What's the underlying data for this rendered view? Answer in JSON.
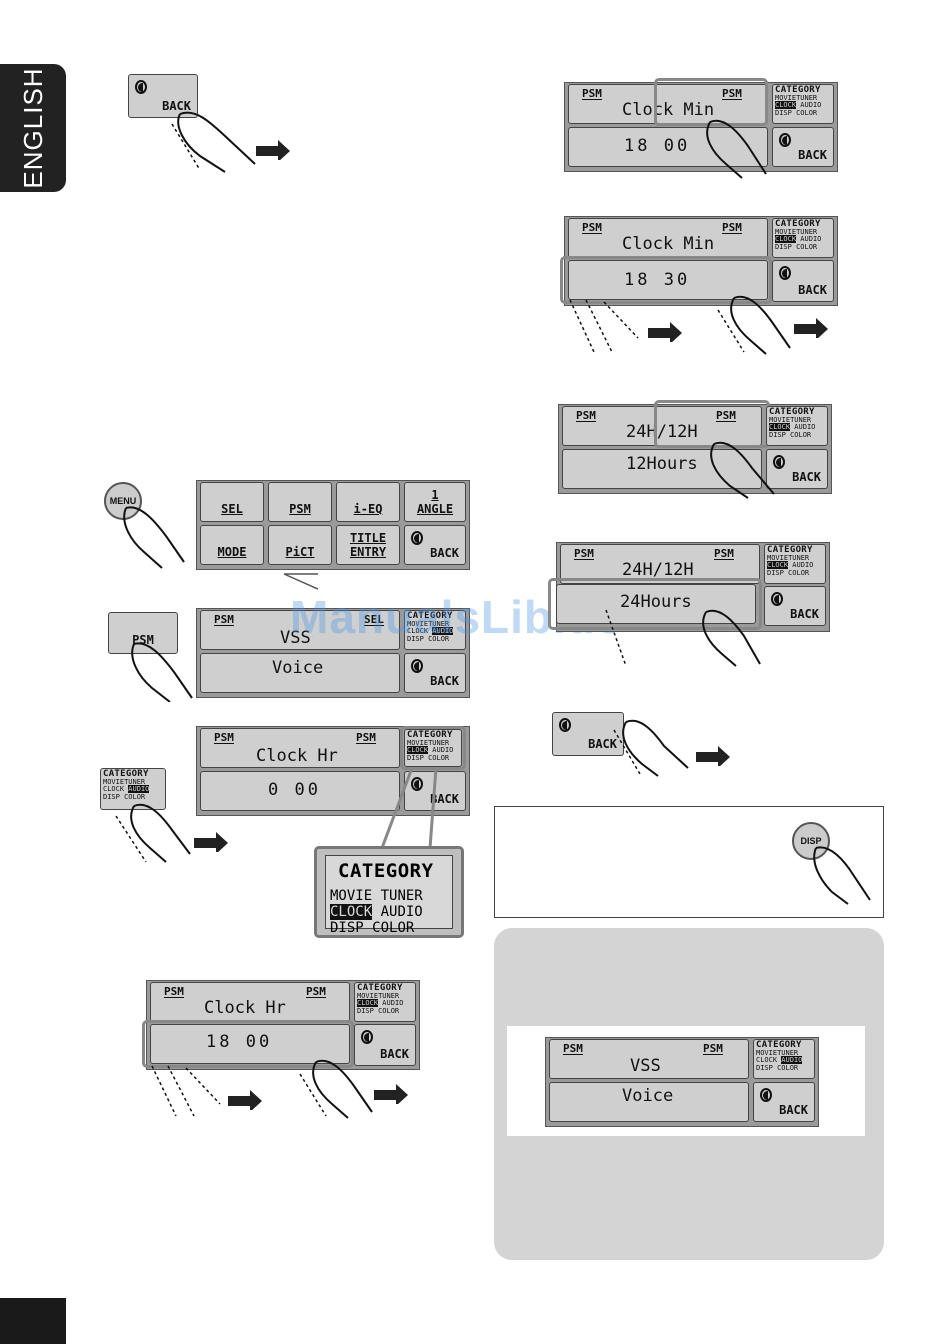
{
  "sidebar": {
    "language": "ENGLISH"
  },
  "watermark": "ManualsLib.de",
  "labels": {
    "back": "BACK",
    "psm": "PSM",
    "menu": "MENU",
    "disp": "DISP"
  },
  "menu_grid": {
    "row1": [
      "SEL",
      "PSM",
      "i-EQ",
      "1\nANGLE"
    ],
    "row2": [
      "MODE",
      "PiCT",
      "TITLE\nENTRY",
      "BACK"
    ]
  },
  "category": {
    "title": "CATEGORY",
    "row1": [
      "MOVIE",
      "TUNER"
    ],
    "row2": [
      "CLOCK",
      "AUDIO"
    ],
    "row3": [
      "DISP",
      "COLOR"
    ]
  },
  "screens": {
    "vss": {
      "top": "VSS",
      "bottom": "Voice",
      "sub_tag": "SEL"
    },
    "clock_hr_0": {
      "top": "Clock Hr",
      "bottom": "0 00"
    },
    "clock_hr_18": {
      "top": "Clock Hr",
      "bottom": "18 00"
    },
    "clock_min_1800": {
      "top": "Clock Min",
      "bottom": "18 00"
    },
    "clock_min_1830": {
      "top": "Clock Min",
      "bottom": "18 30"
    },
    "h12": {
      "top": "24H/12H",
      "bottom": "12Hours"
    },
    "h24": {
      "top": "24H/12H",
      "bottom": "24Hours"
    },
    "vss_final": {
      "top": "VSS",
      "bottom": "Voice"
    }
  }
}
